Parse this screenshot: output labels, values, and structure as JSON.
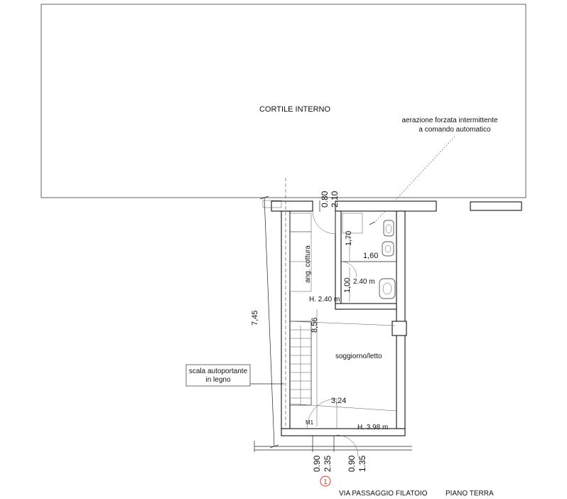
{
  "plan": {
    "courtyard_label": "CORTILE INTERNO",
    "ventilation_note_line1": "aerazione forzata intermittente",
    "ventilation_note_line2": "a comando automatico",
    "kitchen_label": "ang. cottura",
    "kitchen_height": "H. 2.40 m",
    "bath_height": "2.40 m",
    "living_label": "soggiorno/letto",
    "living_height": "H. 3.98 m",
    "stair_note_line1": "scala autoportante",
    "stair_note_line2": "in legno",
    "street_label": "VIA PASSAGGIO FILATOIO",
    "floor_label": "PIANO TERRA",
    "entrance_marker": "1",
    "door_tag": "M1"
  },
  "dimensions": {
    "top_door_width": "0.80",
    "top_door_height": "2.10",
    "bath_depth": "1,70",
    "bath_width": "1,60",
    "bath_lower_depth": "1,00",
    "total_length": "7,45",
    "inner_length": "8,56",
    "living_width": "3,24",
    "front_door_width": "0.90",
    "front_door_height": "2.35",
    "window_width": "0.90",
    "window_height": "1.35"
  }
}
